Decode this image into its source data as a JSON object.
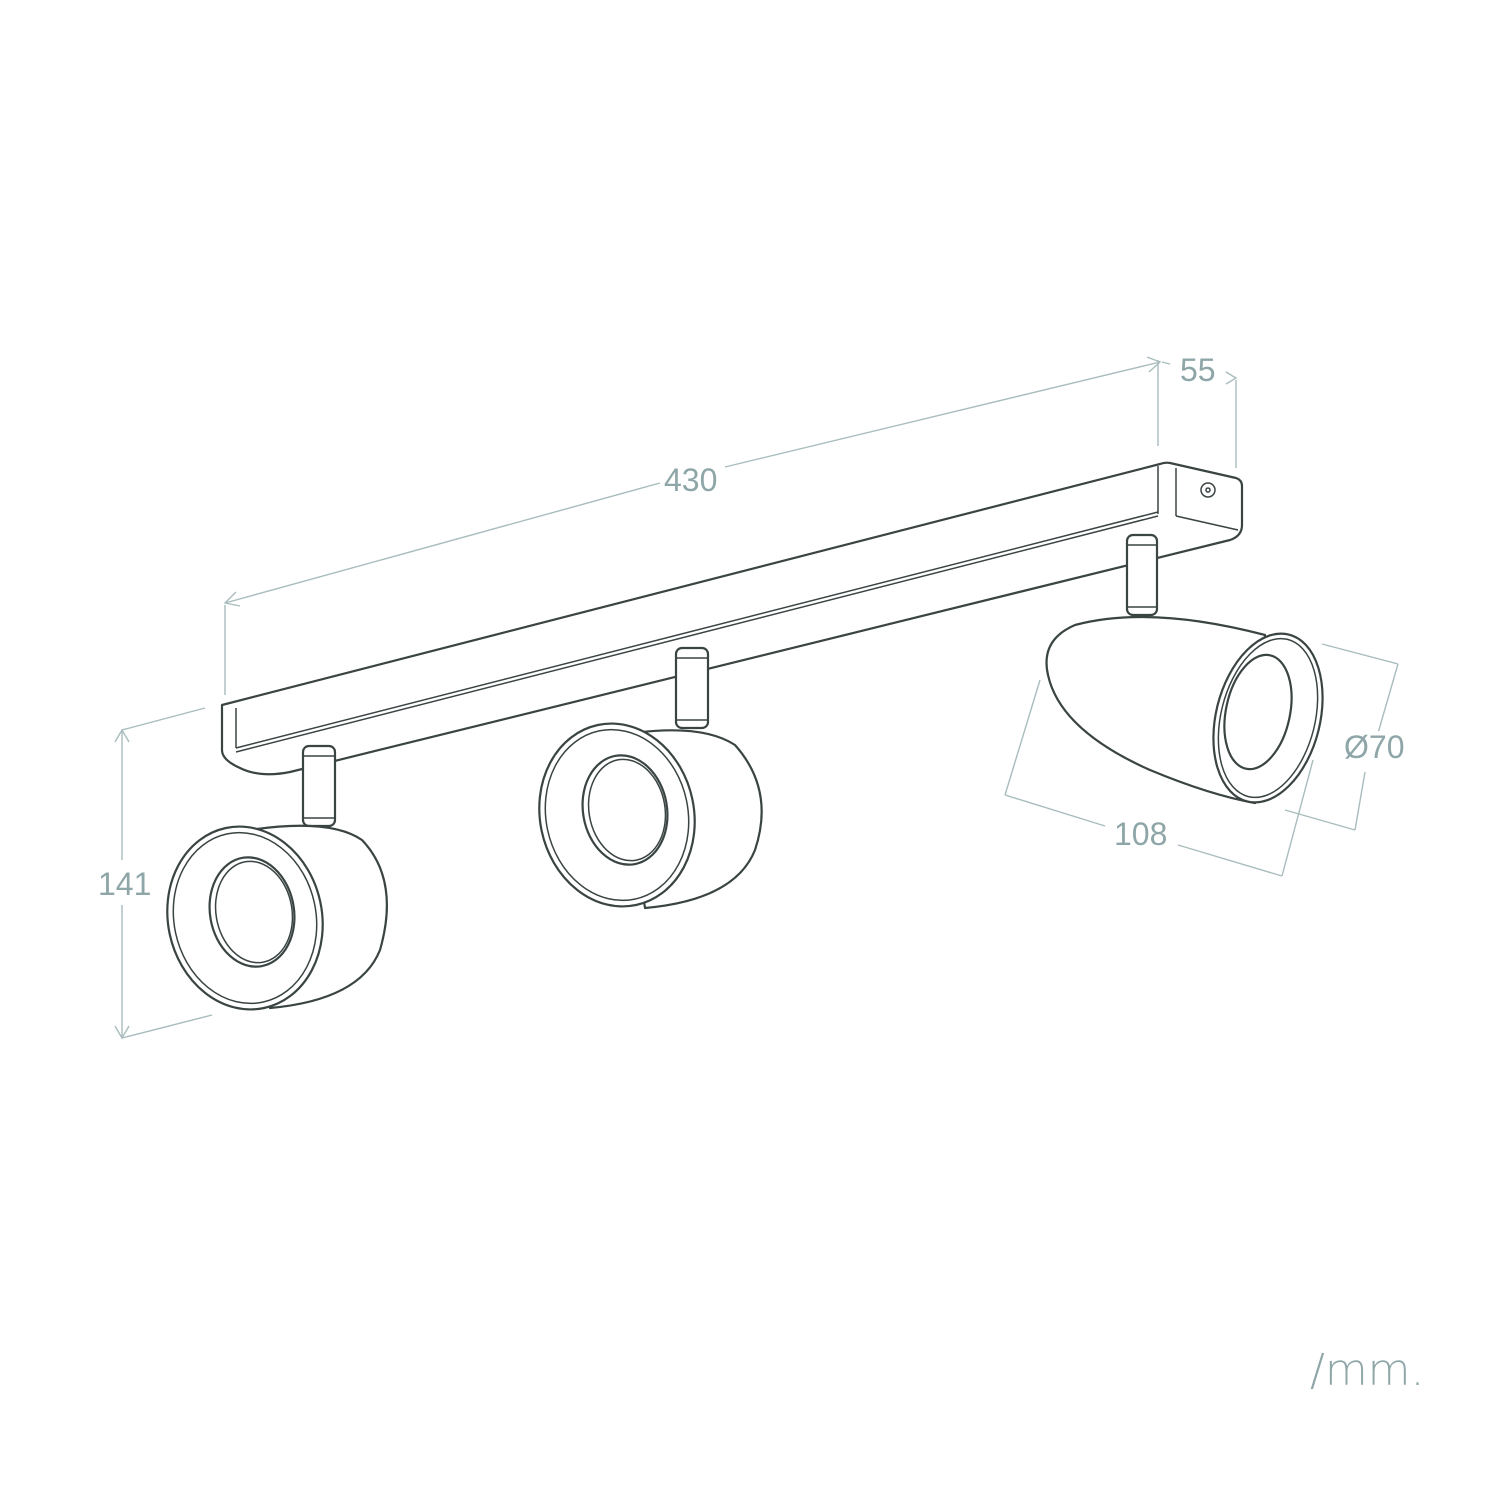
{
  "diagram": {
    "subject": "3-spot ceiling light bar, isometric line drawing",
    "colors": {
      "line": "#3a4443",
      "dimension": "#a9bcbd",
      "dimension_text": "#8fa6a8",
      "background": "#ffffff"
    },
    "dimensions": {
      "length": "430",
      "depth": "55",
      "height": "141",
      "spot_length": "108",
      "spot_diameter": "Ø70"
    },
    "unit": "/mm."
  }
}
